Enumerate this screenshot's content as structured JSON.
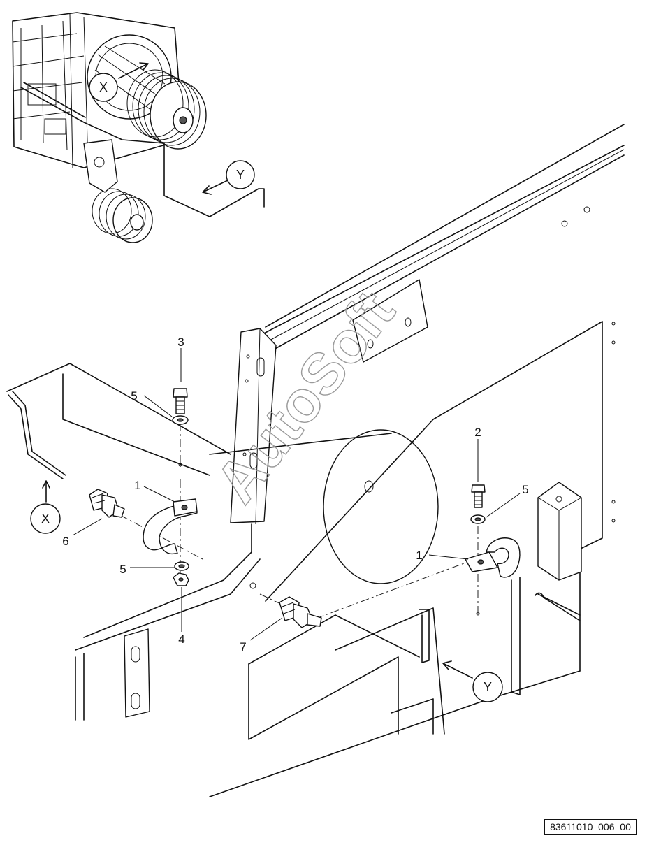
{
  "diagram": {
    "watermark": "AutoSoft",
    "document_id": "83611010_006_00",
    "view_callouts": [
      "X",
      "Y"
    ],
    "part_callouts": [
      "1",
      "2",
      "3",
      "4",
      "5",
      "6",
      "7"
    ]
  }
}
